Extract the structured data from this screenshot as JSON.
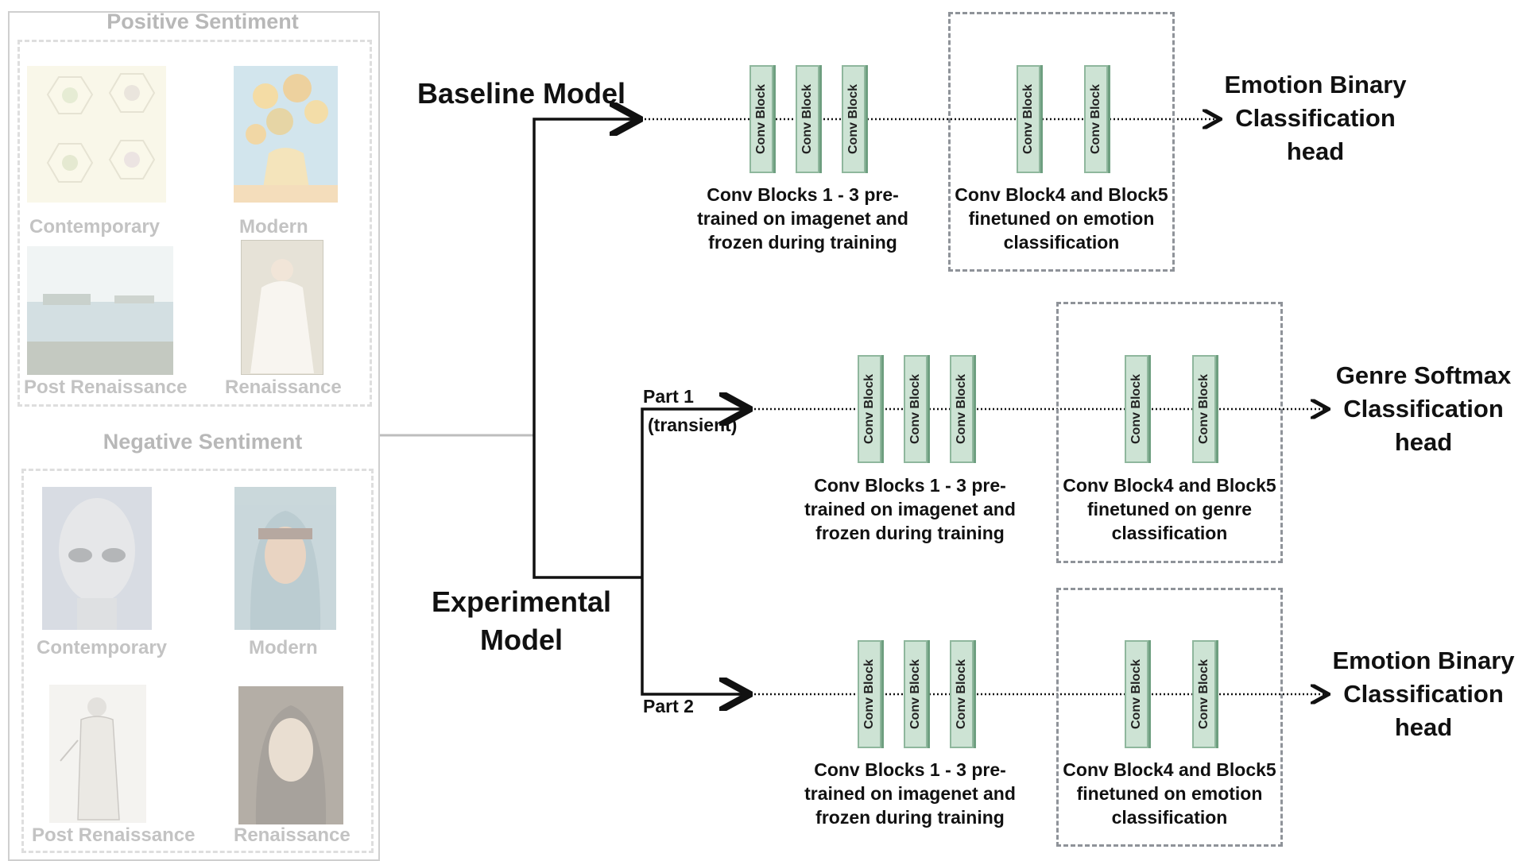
{
  "left_panel": {
    "positive": {
      "title": "Positive Sentiment",
      "items": [
        {
          "label": "Contemporary"
        },
        {
          "label": "Modern"
        },
        {
          "label": "Post Renaissance"
        },
        {
          "label": "Renaissance"
        }
      ]
    },
    "negative": {
      "title": "Negative Sentiment",
      "items": [
        {
          "label": "Contemporary"
        },
        {
          "label": "Modern"
        },
        {
          "label": "Post Renaissance"
        },
        {
          "label": "Renaissance"
        }
      ]
    }
  },
  "baseline": {
    "title": "Baseline Model",
    "block_label": "Conv Block",
    "frozen_caption": [
      "Conv Blocks 1 - 3  pre-",
      "trained on imagenet and",
      "frozen during training"
    ],
    "finetune_caption": [
      "Conv Block4 and Block5",
      "finetuned on emotion",
      "classification"
    ],
    "head": [
      "Emotion Binary",
      "Classification",
      "head"
    ]
  },
  "experimental": {
    "title": [
      "Experimental",
      "Model"
    ],
    "part1": {
      "label": "Part 1",
      "sublabel": "(transient)",
      "frozen_caption": [
        "Conv Blocks 1 - 3  pre-",
        "trained on imagenet and",
        "frozen during training"
      ],
      "finetune_caption": [
        "Conv Block4 and Block5",
        "finetuned on genre",
        "classification"
      ],
      "head": [
        "Genre Softmax",
        "Classification",
        "head"
      ]
    },
    "part2": {
      "label": "Part 2",
      "frozen_caption": [
        "Conv Blocks 1 - 3  pre-",
        "trained on imagenet and",
        "frozen during training"
      ],
      "finetune_caption": [
        "Conv Block4 and Block5",
        "finetuned on emotion",
        "classification"
      ],
      "head": [
        "Emotion Binary",
        "Classification",
        "head"
      ]
    }
  },
  "colors": {
    "conv_fill": "#cde3d4",
    "conv_border": "#8fb79d",
    "dash_box": "#8f9399",
    "faded_text": "#c3c3c3"
  }
}
